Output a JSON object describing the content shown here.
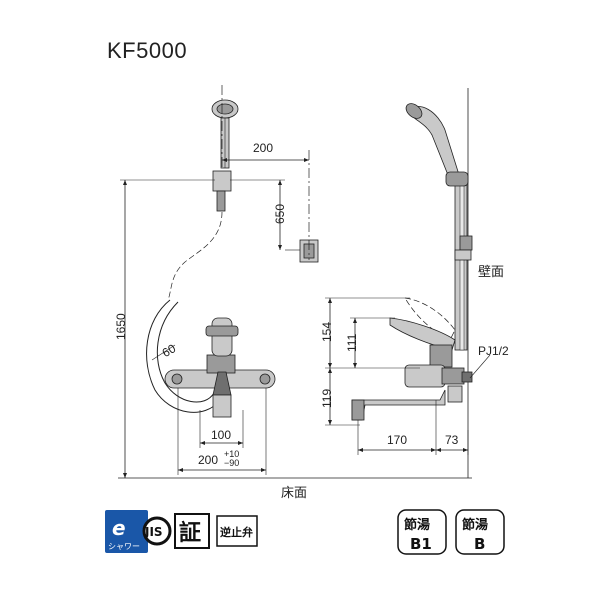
{
  "model": "KF5000",
  "dimensions": {
    "d200_top": "200",
    "d650": "650",
    "d1650": "1650",
    "d60": "60",
    "d100": "100",
    "d200_bottom": "200",
    "tol_plus": "+10",
    "tol_minus": "−90",
    "d154": "154",
    "d111": "111",
    "d119": "119",
    "d170": "170",
    "d73": "73"
  },
  "labels": {
    "wall": "壁面",
    "floor": "床面",
    "pipe": "PJ1/2"
  },
  "badges": {
    "eco_line1": "e",
    "eco_line2": "シャワー",
    "jis": "JIS",
    "cert": "証",
    "check_valve": "逆止弁",
    "saving_b1_top": "節湯",
    "saving_b1_bottom": "B1",
    "saving_b_top": "節湯",
    "saving_b_bottom": "B"
  },
  "colors": {
    "line": "#222222",
    "part_fill": "#9a9a9a",
    "part_light": "#c9c9c9",
    "eco_blue": "#1a57a8"
  }
}
